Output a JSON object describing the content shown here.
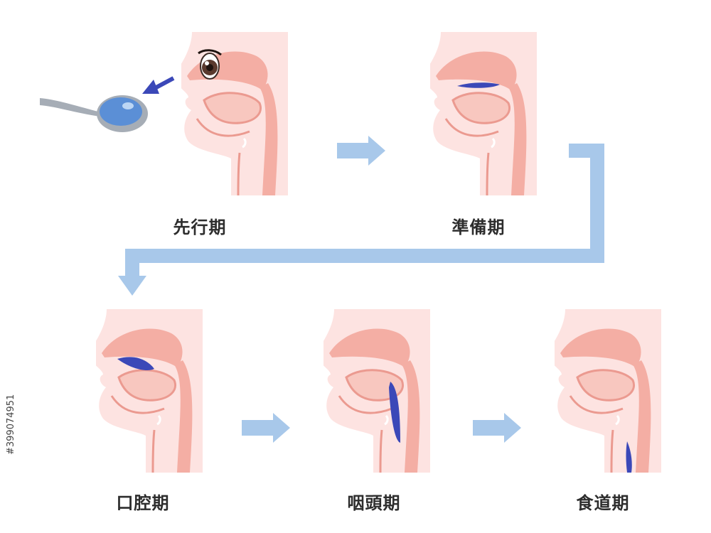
{
  "stages": [
    {
      "label": "先行期"
    },
    {
      "label": "準備期"
    },
    {
      "label": "口腔期"
    },
    {
      "label": "咽頭期"
    },
    {
      "label": "食道期"
    }
  ],
  "stock_id": "#399074951",
  "colors": {
    "panel_bg": "#fde3e1",
    "tissue": "#f4aea4",
    "tissue_edge": "#eb9a90",
    "food_bolus": "#3b48b8",
    "flow_arrow": "#a8c8ea",
    "spoon_metal": "#a6adb6",
    "spoon_liquid": "#5b8fd6"
  },
  "icons": {
    "direction": "arrow-right-icon",
    "spoon": "spoon-icon",
    "eye": "eye-icon",
    "approach": "arrow-down-left-icon"
  }
}
